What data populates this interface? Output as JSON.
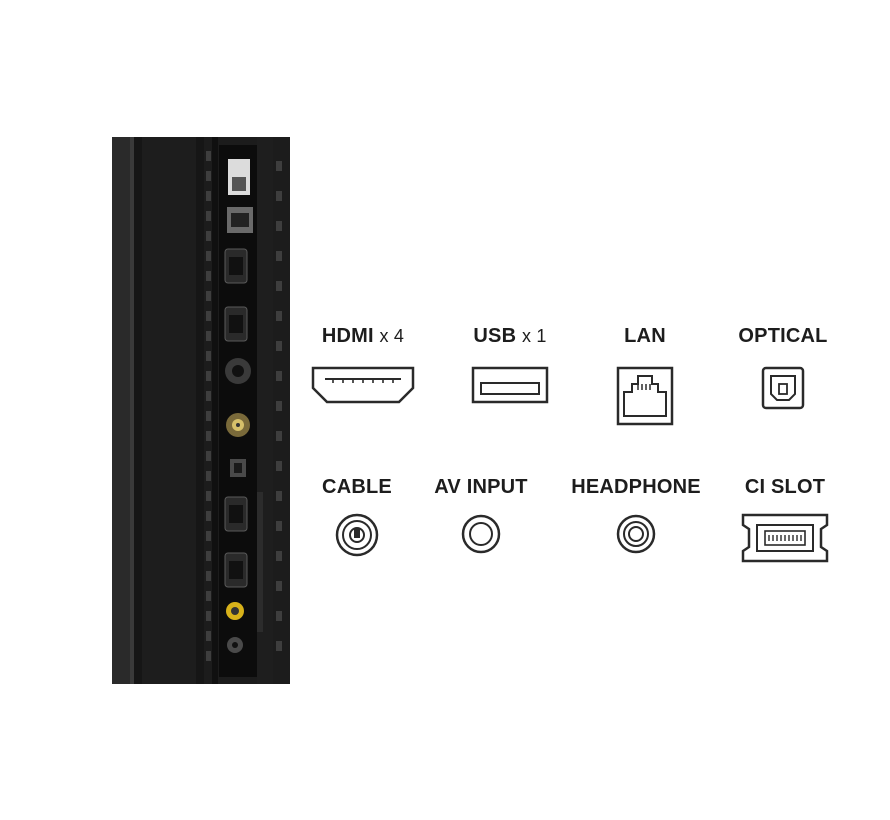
{
  "ports": {
    "hdmi": {
      "name": "HDMI",
      "multiplier": "x 4",
      "icon": "hdmi-port-icon"
    },
    "usb": {
      "name": "USB",
      "multiplier": "x 1",
      "icon": "usb-port-icon"
    },
    "lan": {
      "name": "LAN",
      "icon": "ethernet-port-icon"
    },
    "optical": {
      "name": "OPTICAL",
      "icon": "optical-port-icon"
    },
    "cable": {
      "name": "CABLE",
      "icon": "coaxial-port-icon"
    },
    "av": {
      "name": "AV INPUT",
      "icon": "av-jack-icon"
    },
    "headphone": {
      "name": "HEADPHONE",
      "icon": "headphone-jack-icon"
    },
    "ci": {
      "name": "CI SLOT",
      "icon": "ci-card-icon"
    }
  },
  "colors": {
    "panel_dark": "#1a1a1a",
    "panel_mid": "#2b2b2b",
    "icon_stroke": "#2a2a2a",
    "label_text": "#1d1d1d",
    "rca_yellow": "#d8b21a"
  }
}
